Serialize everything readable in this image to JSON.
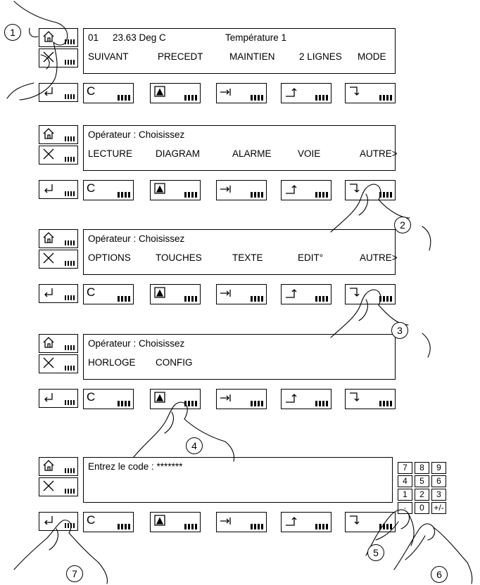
{
  "panels": [
    {
      "line1": [
        {
          "text": "01"
        },
        {
          "text": "23.63 Deg C"
        },
        {
          "text": "Température 1"
        }
      ],
      "softkeys": [
        "SUIVANT",
        "PRECEDT",
        "MAINTIEN",
        "2 LIGNES",
        "MODE"
      ]
    },
    {
      "line1": [
        {
          "text": "Opérateur : Choisissez"
        }
      ],
      "softkeys": [
        "LECTURE",
        "DIAGRAM",
        "ALARME",
        "VOIE",
        "AUTRE>"
      ]
    },
    {
      "line1": [
        {
          "text": "Opérateur : Choisissez"
        }
      ],
      "softkeys": [
        "OPTIONS",
        "TOUCHES",
        "TEXTE",
        "EDIT°",
        "AUTRE>"
      ]
    },
    {
      "line1": [
        {
          "text": "Opérateur : Choisissez"
        }
      ],
      "softkeys": [
        "HORLOGE",
        "CONFIG",
        "",
        "",
        ""
      ]
    },
    {
      "line1": [
        {
          "text": "Entrez le code : *******"
        }
      ],
      "softkeys": [
        "",
        "",
        "",
        "",
        ""
      ]
    }
  ],
  "side_keys": {
    "home_icon": "home-icon",
    "cancel_icon": "x-icon",
    "enter_icon": "enter-arrow-icon"
  },
  "bottom_keys": [
    {
      "label": "C",
      "icon": "clear-icon"
    },
    {
      "label": "",
      "icon": "chart-icon"
    },
    {
      "label": "",
      "icon": "right-arrow-bar-icon"
    },
    {
      "label": "",
      "icon": "up-arrow-icon"
    },
    {
      "label": "",
      "icon": "down-arrow-icon"
    }
  ],
  "keypad": [
    "7",
    "8",
    "9",
    "4",
    "5",
    "6",
    "1",
    "2",
    "3",
    "·",
    "0",
    "+/-"
  ],
  "callouts": [
    "1",
    "2",
    "3",
    "4",
    "5",
    "6",
    "7"
  ]
}
